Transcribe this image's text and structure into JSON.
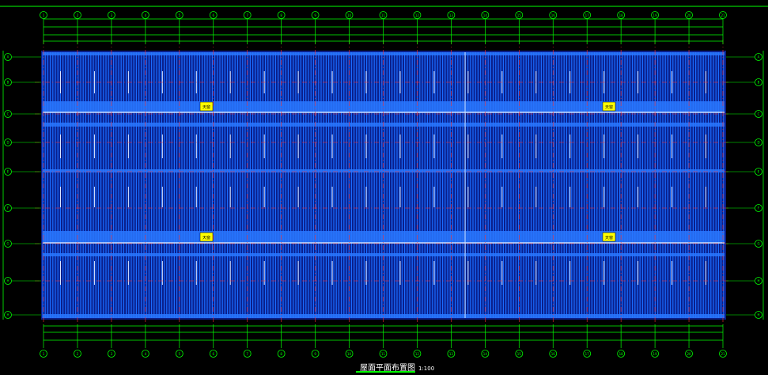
{
  "drawing": {
    "title": "屋面平面布置图",
    "scale": "1:100"
  },
  "grid": {
    "columns": [
      "1",
      "2",
      "3",
      "4",
      "5",
      "6",
      "7",
      "8",
      "9",
      "10",
      "11",
      "12",
      "13",
      "14",
      "15",
      "16",
      "17",
      "18",
      "19",
      "20",
      "21"
    ],
    "rows": [
      "A",
      "B",
      "C",
      "D",
      "E",
      "F",
      "G",
      "H"
    ]
  },
  "roof_boxes": [
    {
      "label": "天窗"
    },
    {
      "label": "天窗"
    },
    {
      "label": "天窗"
    },
    {
      "label": "天窗"
    }
  ],
  "colors": {
    "background": "#000000",
    "grid_line": "#00ff00",
    "roof_panel": "#1a6cff",
    "roof_fill": "#0a1f8a",
    "axis_red": "#ff3030",
    "skylight_fill": "#ffff00",
    "text": "#ffffff"
  }
}
